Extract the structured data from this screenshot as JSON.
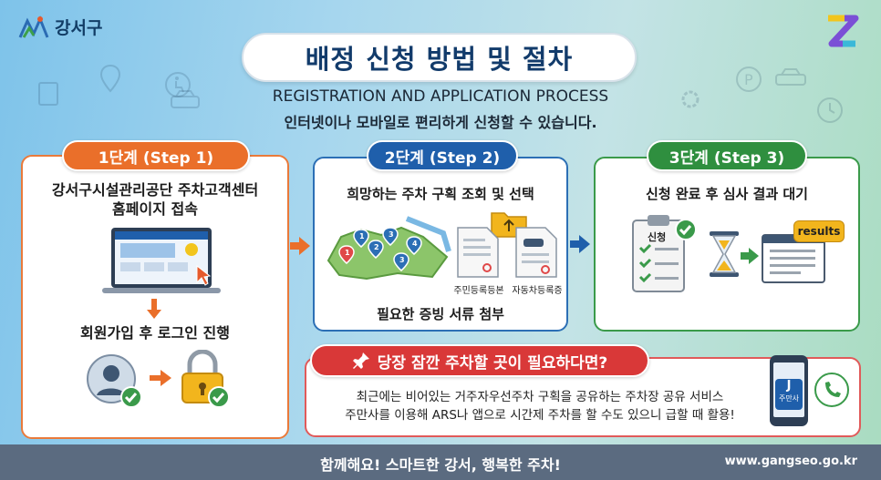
{
  "header": {
    "logo_text": "강서구",
    "title": "배정 신청 방법 및 절차",
    "subtitle_en": "REGISTRATION AND APPLICATION PROCESS",
    "subtitle_ko": "인터넷이나 모바일로 편리하게 신청할 수 있습니다."
  },
  "steps": [
    {
      "label": "1단계 (Step 1)",
      "text1": "강서구시설관리공단 주차고객센터",
      "text2": "홈페이지 접속",
      "text3": "회원가입 후 로그인 진행"
    },
    {
      "label": "2단계 (Step 2)",
      "text1": "희망하는 주차 구획 조회 및 선택",
      "doc1": "주민등록등본",
      "doc2": "자동차등록증",
      "text2": "필요한 증빙 서류 첨부"
    },
    {
      "label": "3단계 (Step 3)",
      "text1": "신청 완료 후 심사 결과 대기",
      "form_label": "신청",
      "bubble": "results"
    }
  ],
  "notice": {
    "title": "당장 잠깐 주차할 곳이 필요하다면?",
    "line1": "최근에는 비어있는 거주자우선주차 구획을 공유하는 주차장 공유 서비스",
    "line2": "주만사를 이용해 ARS나 앱으로 시간제 주차를 할 수도 있으니 급할 때 활용!",
    "app_letter": "J",
    "app_name": "주만사"
  },
  "footer": {
    "slogan": "함께해요! 스마트한 강서, 행복한 주차!",
    "url": "www.gangseo.go.kr"
  },
  "colors": {
    "step1": "#ea6f2a",
    "step2": "#1f5fab",
    "step3": "#2f8f3f",
    "notice": "#d93838",
    "footer": "#5b6b80"
  }
}
